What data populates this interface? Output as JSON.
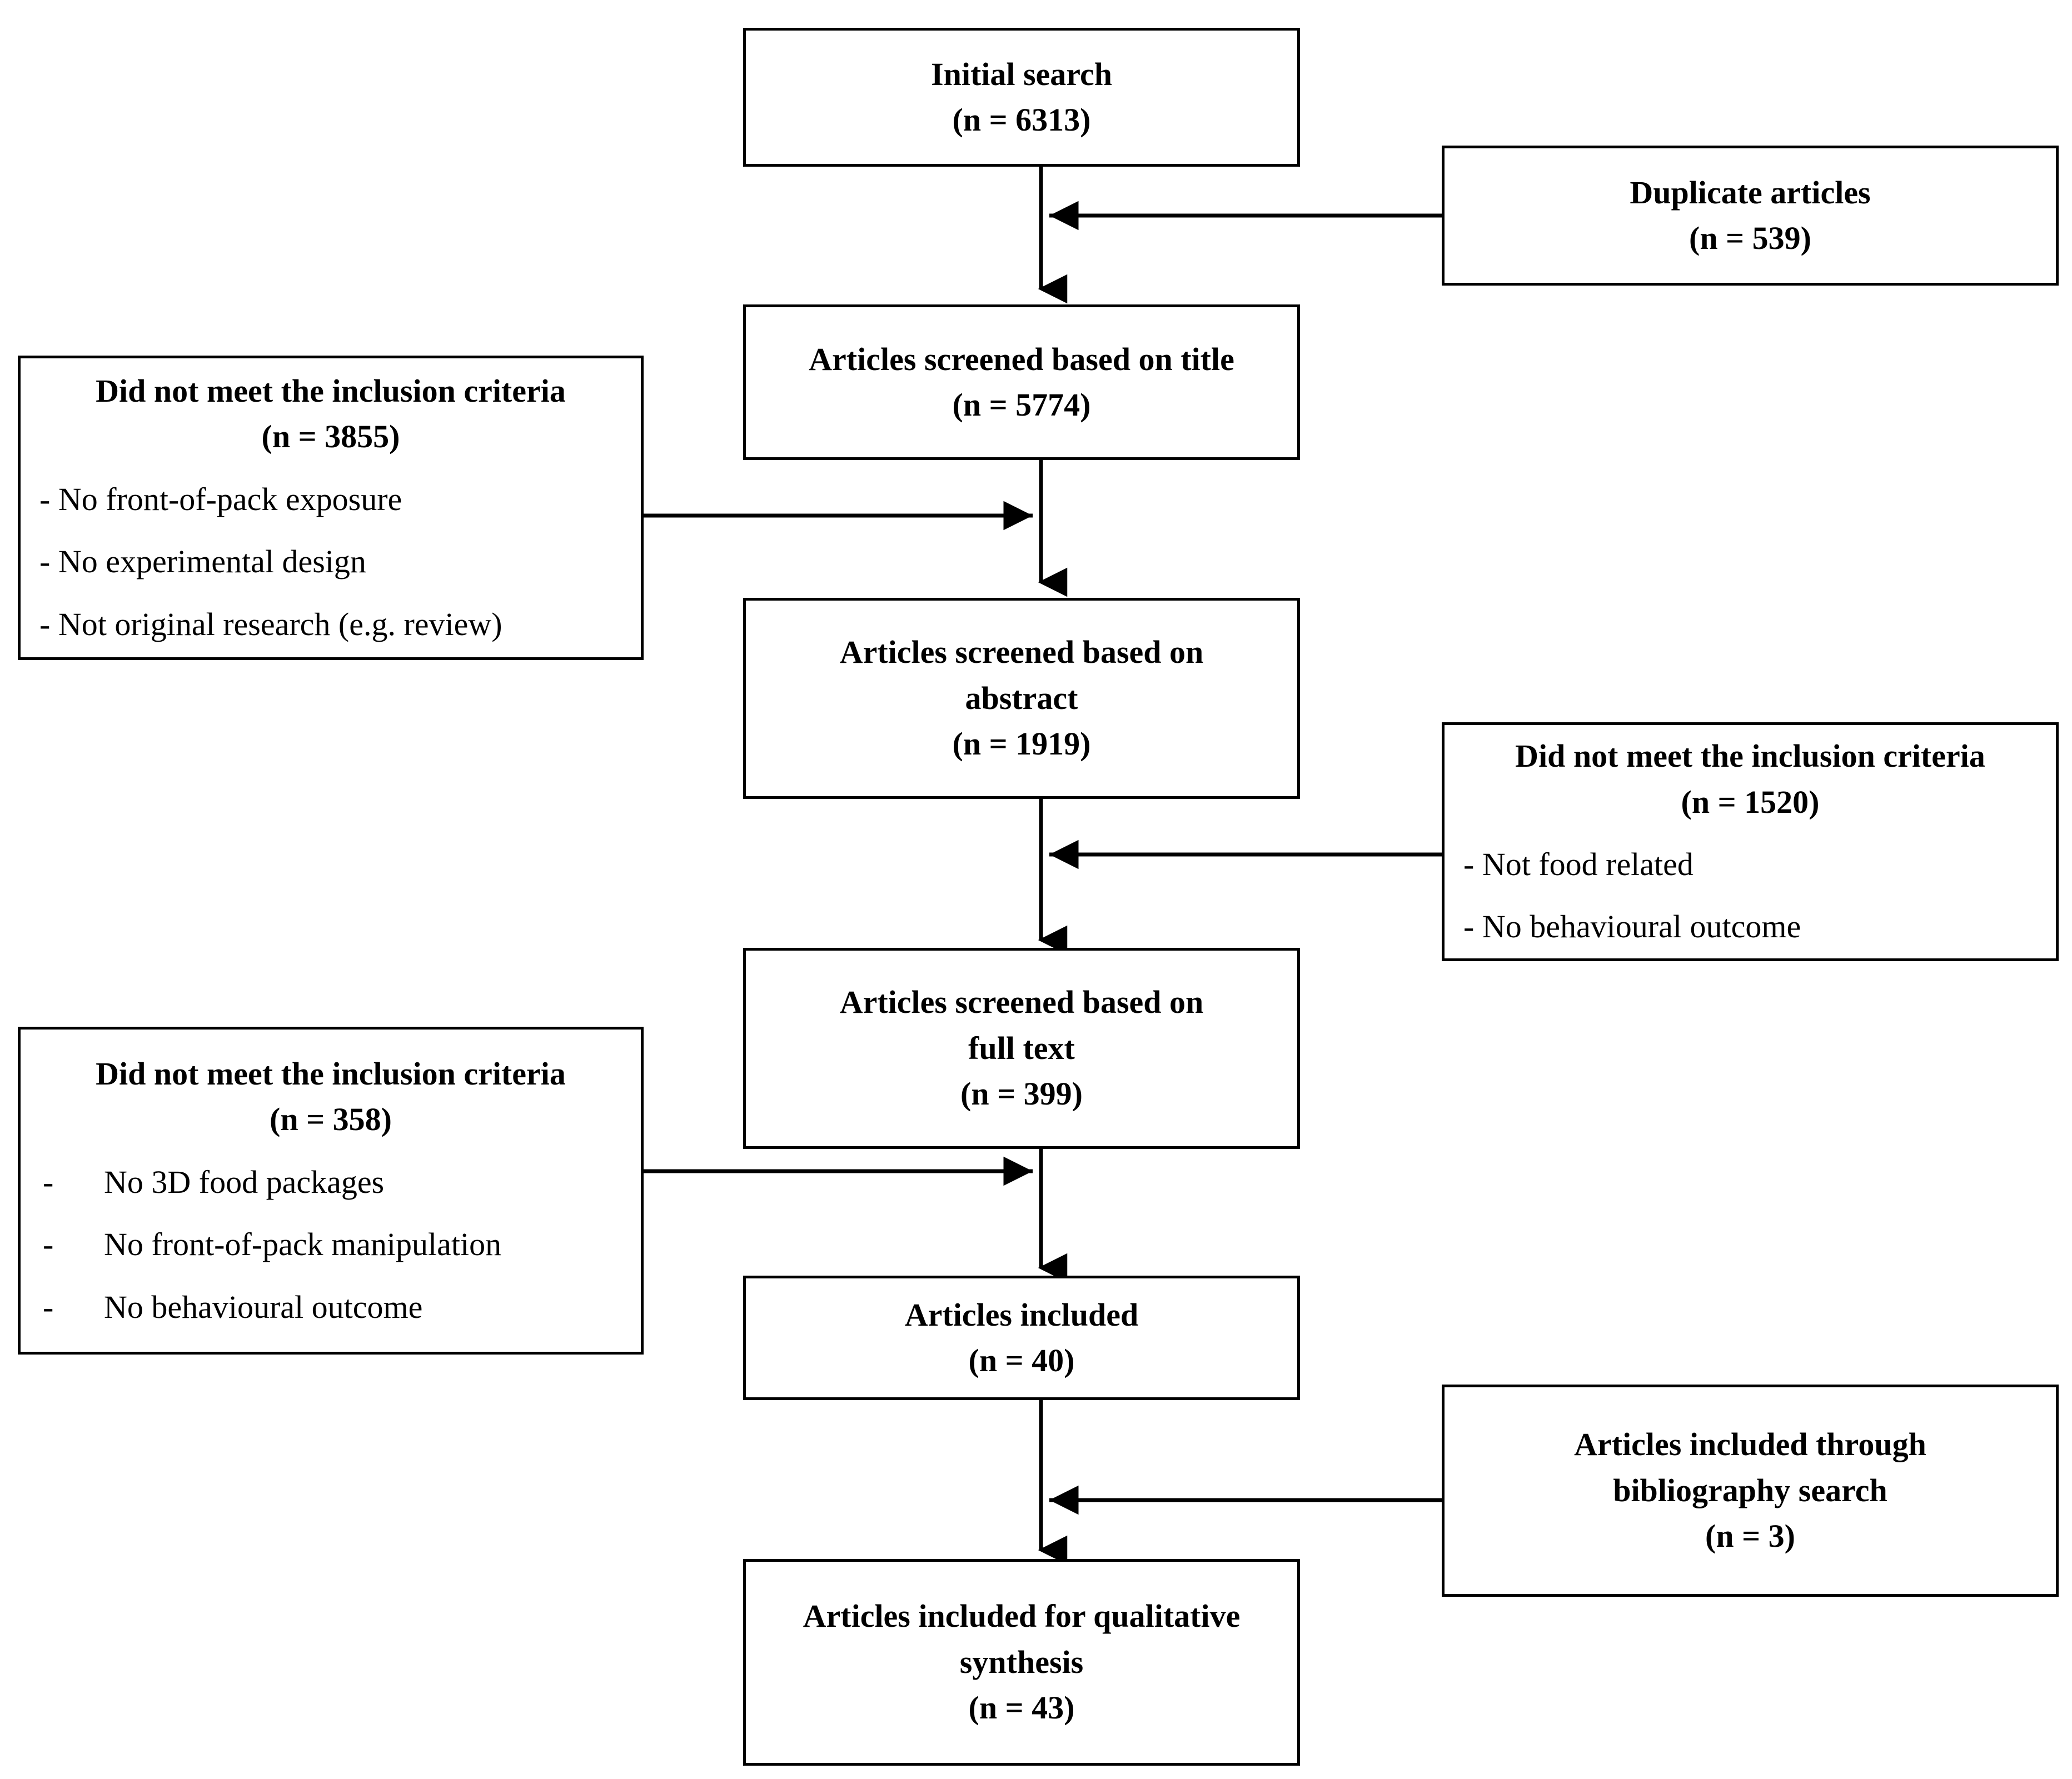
{
  "diagram": {
    "type": "prisma-flow-diagram",
    "nodes": {
      "initial_search": {
        "line1": "Initial search",
        "line2": "(n = 6313)"
      },
      "duplicates": {
        "line1": "Duplicate articles",
        "line2": "(n = 539)"
      },
      "screen_title": {
        "line1": "Articles screened based on title",
        "line2": "(n = 5774)"
      },
      "exclude_title": {
        "heading": "Did not meet the inclusion criteria",
        "count": "(n = 3855)",
        "reasons": [
          "- No front-of-pack exposure",
          "- No experimental design",
          "- Not original research (e.g. review)"
        ]
      },
      "screen_abstract": {
        "line1": "Articles screened based on",
        "line2": "abstract",
        "line3": "(n = 1919)"
      },
      "exclude_abstract": {
        "heading": "Did not meet the inclusion criteria",
        "count": "(n = 1520)",
        "reasons": [
          "- Not food related",
          "- No behavioural outcome"
        ]
      },
      "screen_fulltext": {
        "line1": "Articles screened based on",
        "line2": "full text",
        "line3": "(n = 399)"
      },
      "exclude_fulltext": {
        "heading": "Did not meet the inclusion criteria",
        "count": "(n = 358)",
        "dash": "-",
        "reasons": [
          "No 3D food packages",
          "No front-of-pack manipulation",
          "No behavioural outcome"
        ]
      },
      "included": {
        "line1": "Articles included",
        "line2": "(n = 40)"
      },
      "bibliography": {
        "line1": "Articles included through",
        "line2": "bibliography search",
        "line3": "(n = 3)"
      },
      "qualitative": {
        "line1": "Articles included for qualitative",
        "line2": "synthesis",
        "line3": "(n = 43)"
      }
    },
    "colors": {
      "stroke": "#000000",
      "fill": "#ffffff",
      "text": "#000000"
    }
  },
  "chart_data": {
    "type": "diagram",
    "title": "PRISMA study selection flow diagram",
    "stages": [
      {
        "label": "Initial search",
        "n": 6313
      },
      {
        "label": "Duplicate articles",
        "n": 539
      },
      {
        "label": "Articles screened based on title",
        "n": 5774
      },
      {
        "label": "Did not meet the inclusion criteria (title)",
        "n": 3855
      },
      {
        "label": "Articles screened based on abstract",
        "n": 1919
      },
      {
        "label": "Did not meet the inclusion criteria (abstract)",
        "n": 1520
      },
      {
        "label": "Articles screened based on full text",
        "n": 399
      },
      {
        "label": "Did not meet the inclusion criteria (full text)",
        "n": 358
      },
      {
        "label": "Articles included",
        "n": 40
      },
      {
        "label": "Articles included through bibliography search",
        "n": 3
      },
      {
        "label": "Articles included for qualitative synthesis",
        "n": 43
      }
    ]
  }
}
